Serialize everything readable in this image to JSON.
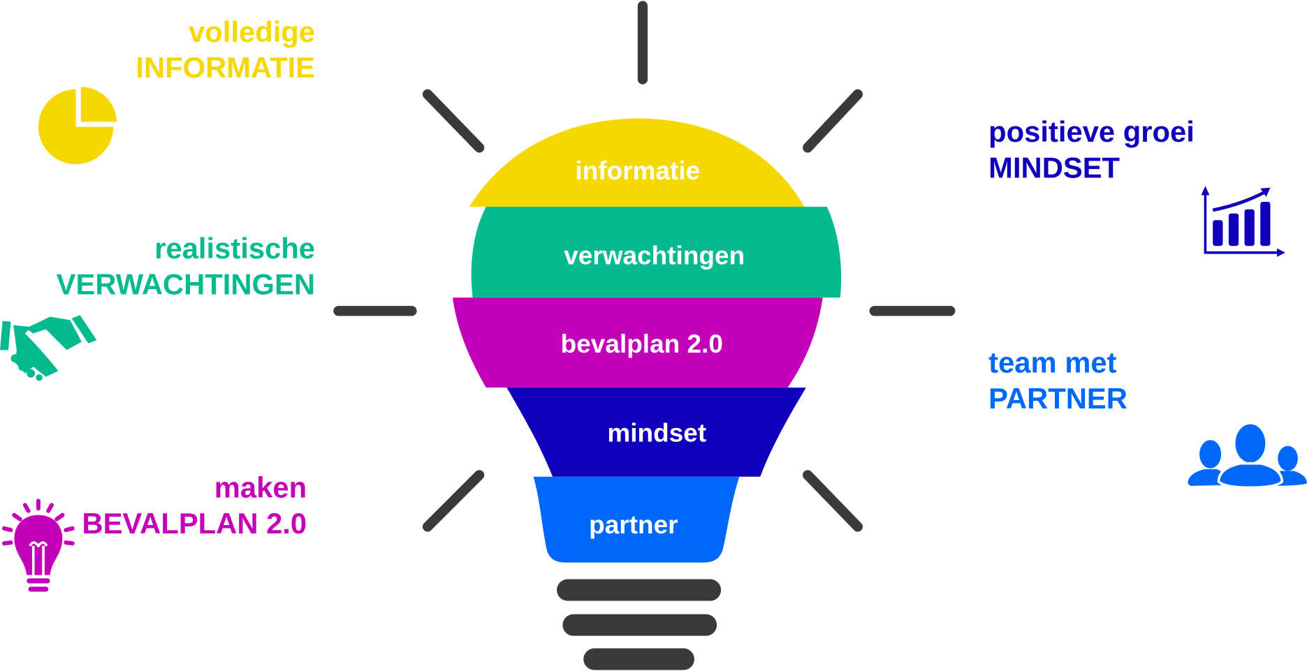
{
  "colors": {
    "informatie": "#F5D800",
    "verwachtingen": "#05BA8F",
    "bevalplan": "#C400B8",
    "mindset": "#1100BB",
    "partner": "#0068F8",
    "rays": "#3A3A3A"
  },
  "bulb_layers": [
    {
      "label": "informatie"
    },
    {
      "label": "verwachtingen"
    },
    {
      "label": "bevalplan 2.0"
    },
    {
      "label": "mindset"
    },
    {
      "label": "partner"
    }
  ],
  "left": [
    {
      "line1": "volledige",
      "line2": "INFORMATIE",
      "icon": "pie-chart-icon"
    },
    {
      "line1": "realistische",
      "line2": "VERWACHTINGEN",
      "icon": "handshake-icon"
    },
    {
      "line1": "maken",
      "line2": "BEVALPLAN 2.0",
      "icon": "lightbulb-icon"
    }
  ],
  "right": [
    {
      "line1": "positieve groei",
      "line2": "MINDSET",
      "icon": "growth-chart-icon"
    },
    {
      "line1": "team met",
      "line2": "PARTNER",
      "icon": "people-icon"
    }
  ]
}
